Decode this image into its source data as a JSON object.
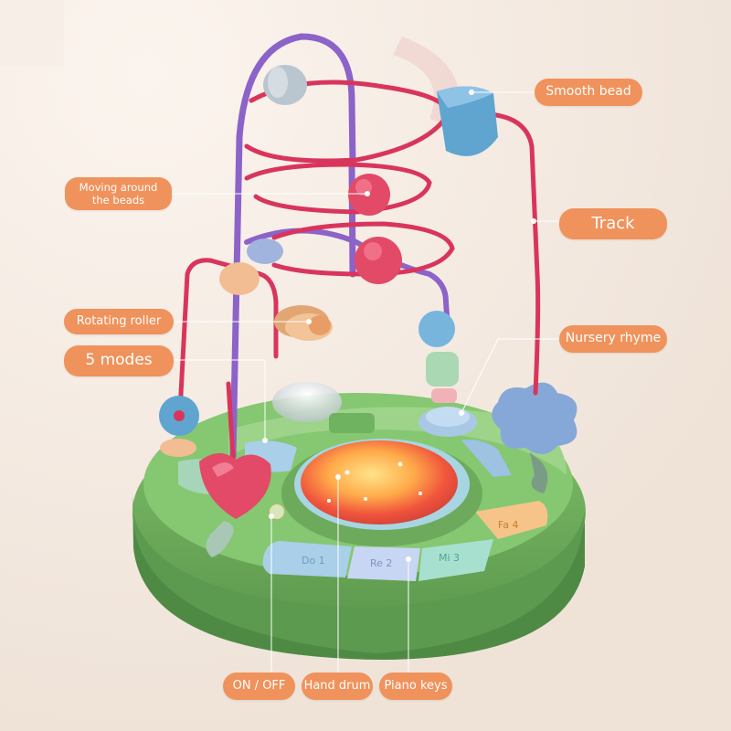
{
  "callouts": {
    "smooth_bead": "Smooth bead",
    "moving_line1": "Moving around",
    "moving_line2": "the beads",
    "track": "Track",
    "rotating_roller": "Rotating roller",
    "five_modes": "5 modes",
    "nursery_rhyme": "Nursery rhyme",
    "on_off": "ON / OFF",
    "hand_drum": "Hand drum",
    "piano_keys": "Piano keys"
  },
  "keys": [
    {
      "label": "Do 1",
      "color": "#a9cfe9"
    },
    {
      "label": "Re 2",
      "color": "#c7d6f2"
    },
    {
      "label": "Mi 3",
      "color": "#a8e0cf"
    },
    {
      "label": "Fa 4",
      "color": "#f6c489"
    }
  ],
  "colors": {
    "callout": "#f0925b",
    "base_green": "#7fc06a",
    "wire_red": "#d9355c",
    "wire_purple": "#8c63c8",
    "background": "#f3e9e1"
  }
}
